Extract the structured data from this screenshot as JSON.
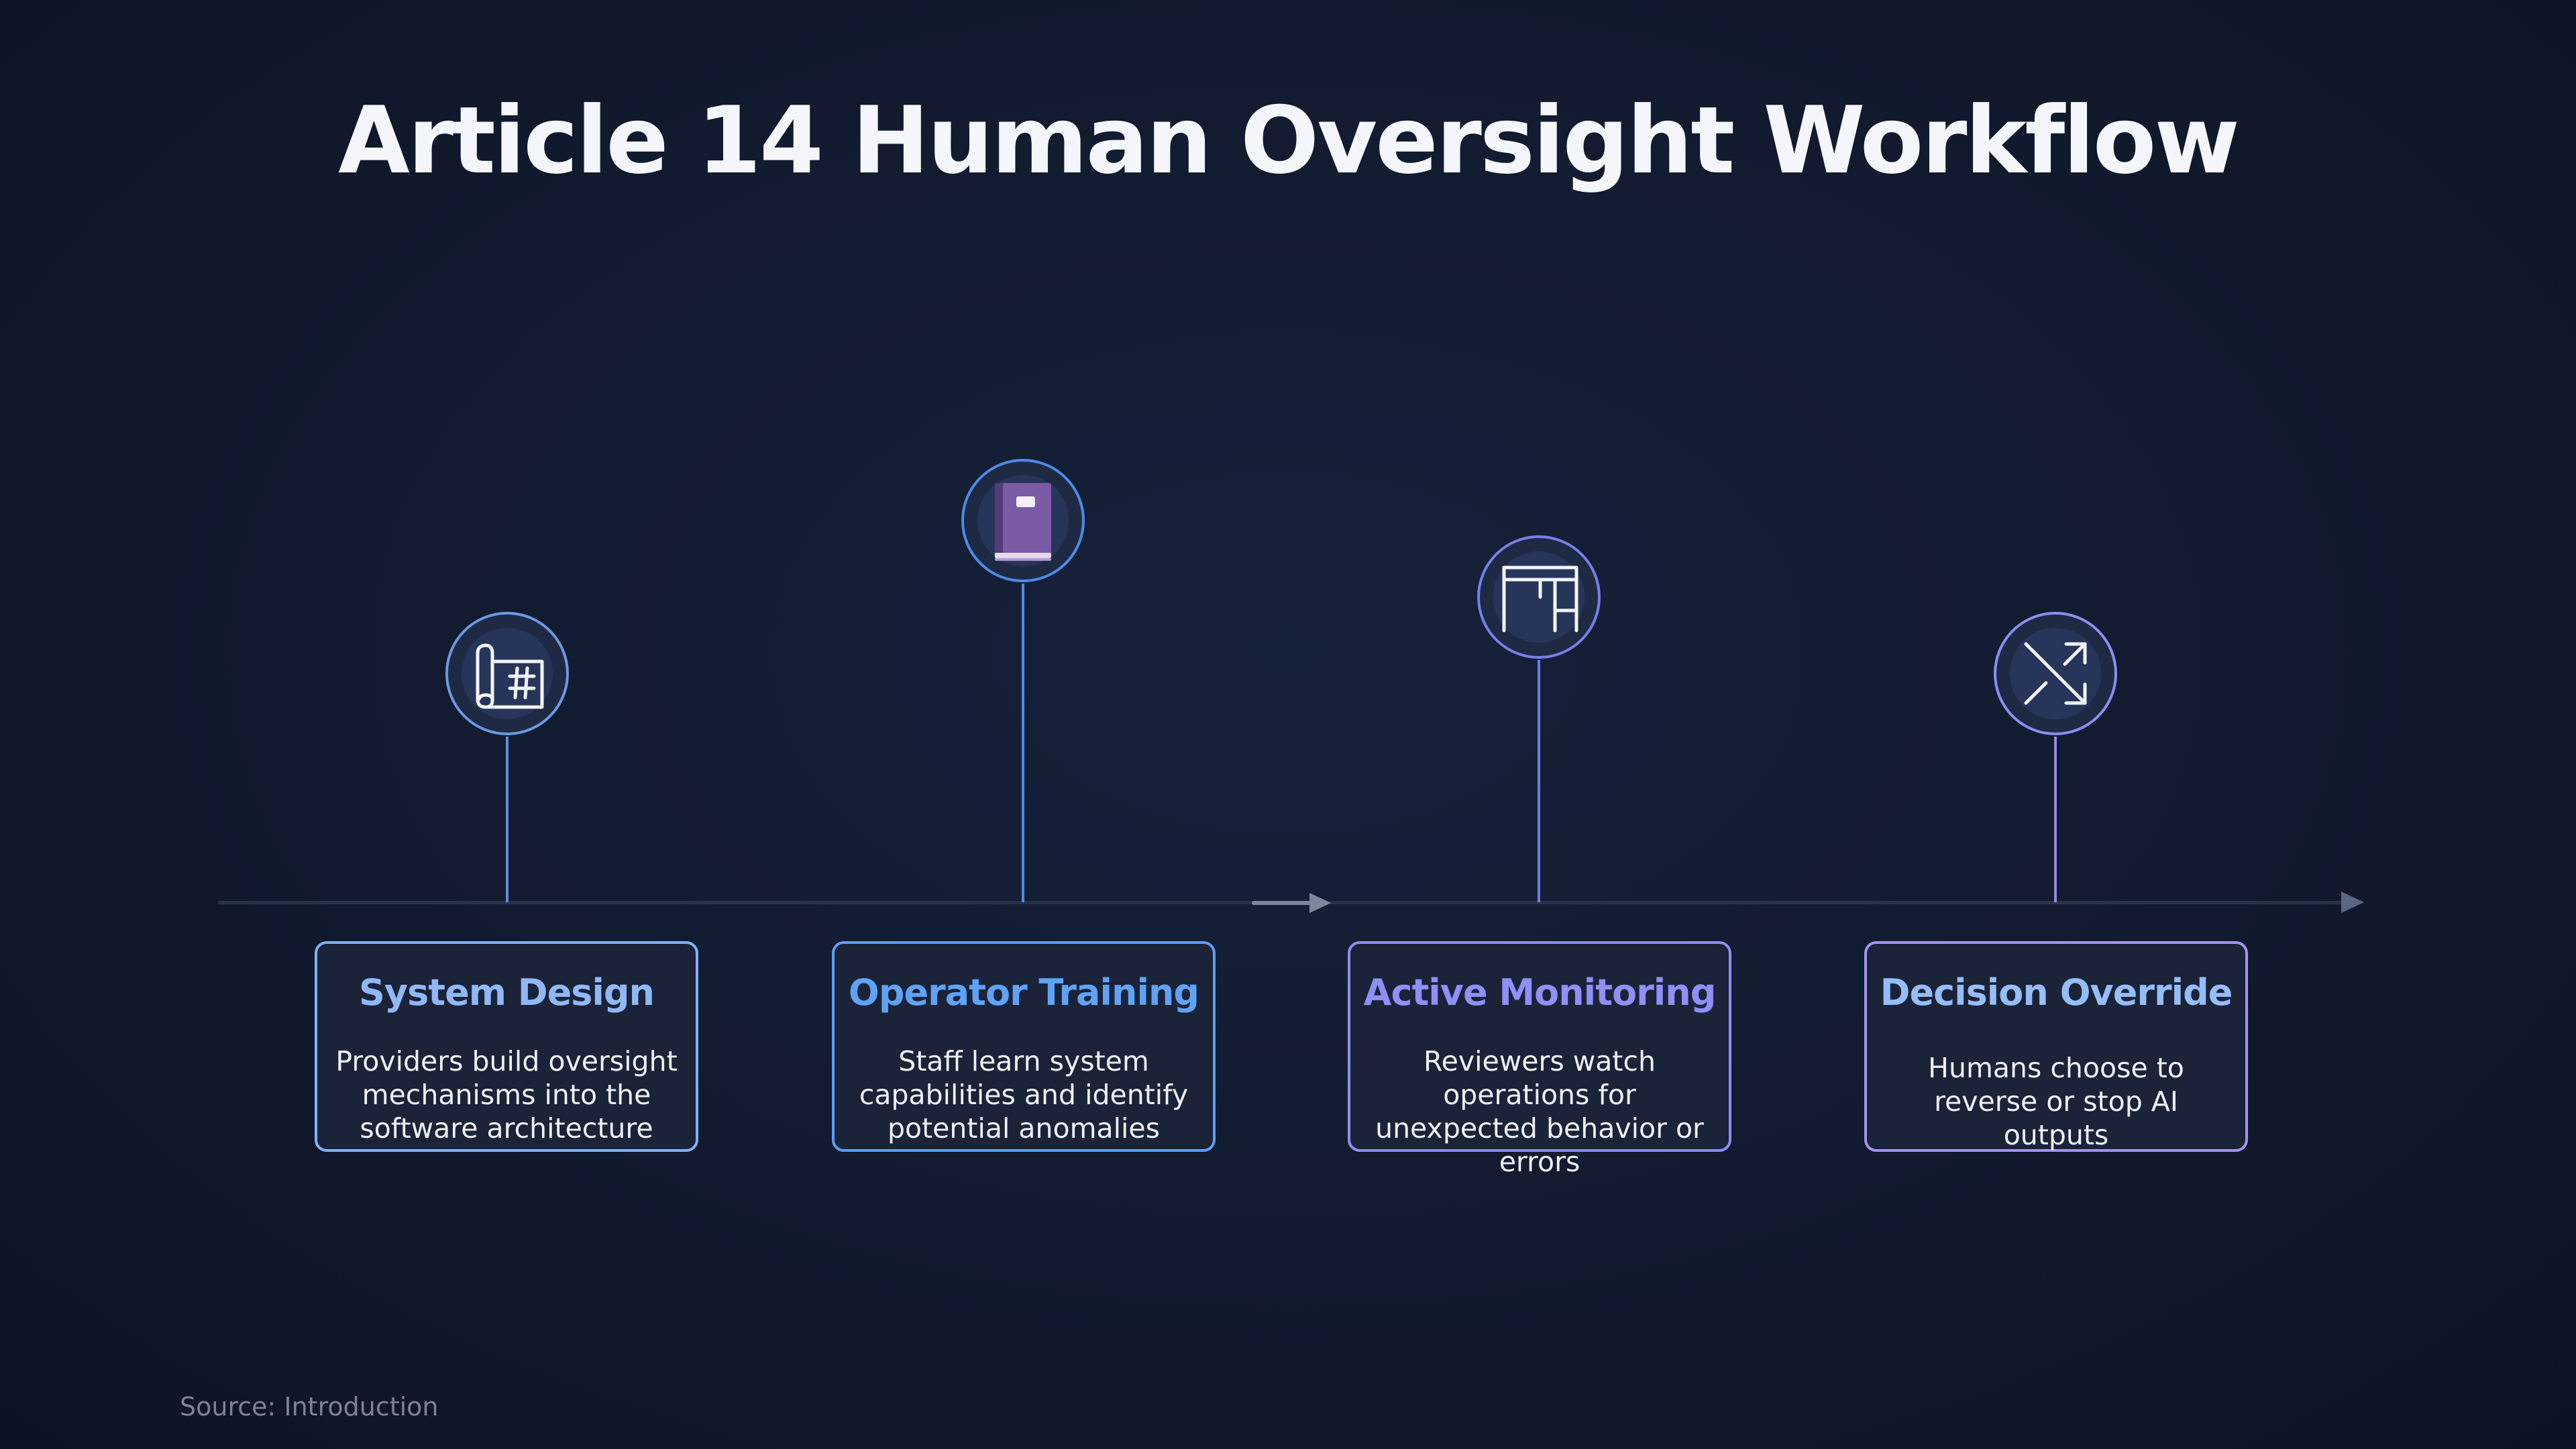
{
  "title": "Article 14 Human Oversight Workflow",
  "source": "Source: Introduction",
  "steps": [
    {
      "title": "System Design",
      "description": "Providers build oversight mechanisms into the software architecture",
      "icon": "blueprint-icon",
      "color": "#7fb2f5"
    },
    {
      "title": "Operator Training",
      "description": "Staff learn system capabilities and identify potential anomalies",
      "icon": "book-icon",
      "color": "#5c9ef5"
    },
    {
      "title": "Active Monitoring",
      "description": "Reviewers watch operations for unexpected behavior or errors",
      "icon": "desk-icon",
      "color": "#8a8ff7"
    },
    {
      "title": "Decision Override",
      "description": "Humans choose to reverse or stop AI outputs",
      "icon": "arrows-diagonal-icon",
      "color": "#a494f2"
    }
  ]
}
